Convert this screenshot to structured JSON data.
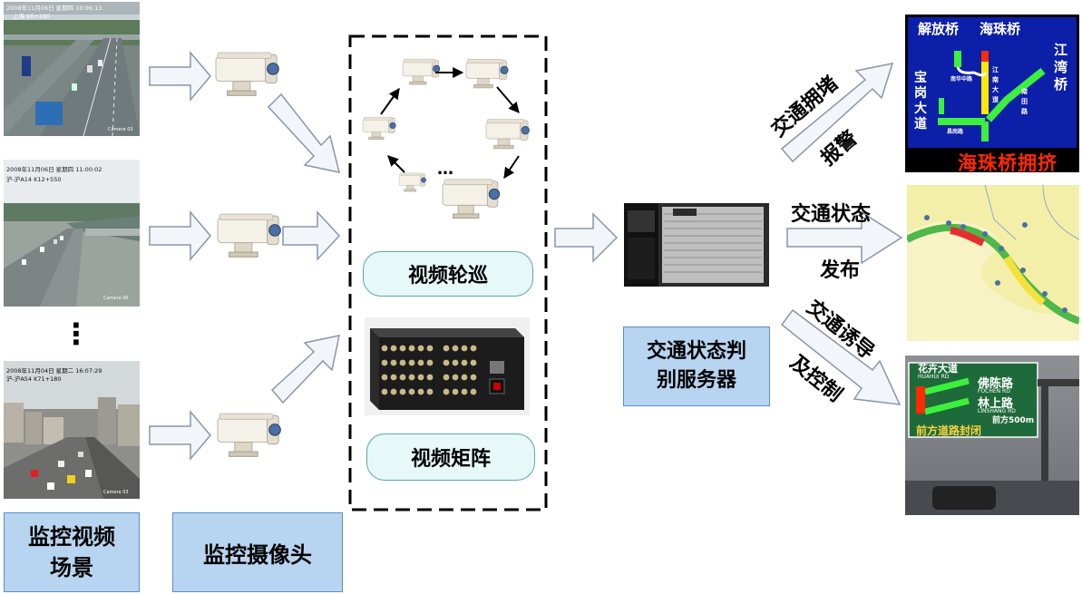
{
  "scenes": {
    "cam1_stamp": "2008年11月06日 星期四 10:06:13",
    "cam1_sub": "上海 K6+280",
    "cam1_tag": "Camera 03",
    "cam2_stamp": "2008年11月06日 星期四 11:00:02",
    "cam2_sub": "沪-沪A14 K12+550",
    "cam2_tag": "Camera 06",
    "cam3_stamp": "2008年11月04日 星期二 16:07:29",
    "cam3_sub": "沪-沪A54 K71+180",
    "cam3_tag": "Camera 03",
    "ellipsis": "⋮"
  },
  "labels": {
    "scenes": "监控视频场景",
    "cameras": "监控摄像头",
    "patrol": "视频轮巡",
    "matrix": "视频矩阵",
    "patrol_ellipsis": "…",
    "server": "交通状态判别服务器"
  },
  "outputs": {
    "congestion_top": "交通拥堵",
    "congestion_bottom": "报警",
    "status_top": "交通状态",
    "status_bottom": "发布",
    "guide_top": "交通诱导",
    "guide_bottom": "及控制"
  },
  "vms": {
    "left_road": "解放桥",
    "mid_road": "海珠桥",
    "right_road": "江湾桥",
    "west_road": "宝岗大道",
    "vertical_road": "江南大道",
    "ramp": "南华中路",
    "south_road": "昌岗路",
    "diag_road": "南田路",
    "alert": "海珠桥拥挤"
  },
  "sign": {
    "top": "花卉大道",
    "top_en": "HUAHUI RD",
    "line1": "佛陈路",
    "line1_en": "FOCHEN RD",
    "line2": "林上路",
    "line2_en": "LINSHANG RD",
    "dist": "前方500m",
    "bottom": "前方道路封闭"
  },
  "colors": {
    "label_fill": "#b7d4f0",
    "pill_fill": "#e6f8f8",
    "arrow_fill": "#f2f5fa",
    "arrow_stroke": "#8a96a8",
    "vms_bg": "#0c1fa8",
    "alert_red": "#ff2a00"
  }
}
